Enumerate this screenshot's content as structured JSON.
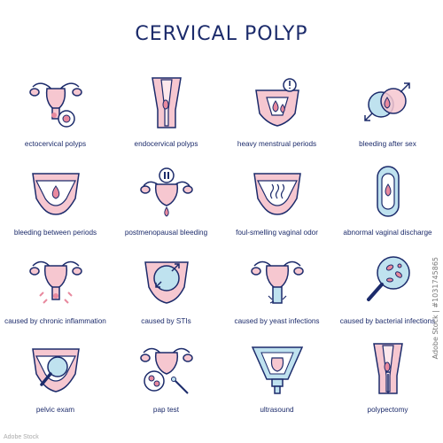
{
  "title": "CERVICAL POLYP",
  "items": [
    {
      "label": "ectocervical polyps",
      "icon": "uterus-polyp-icon"
    },
    {
      "label": "endocervical polyps",
      "icon": "cervix-canal-polyp-icon"
    },
    {
      "label": "heavy menstrual periods",
      "icon": "heavy-period-icon"
    },
    {
      "label": "bleeding after sex",
      "icon": "gender-symbols-drop-icon"
    },
    {
      "label": "bleeding between periods",
      "icon": "underwear-drop-icon"
    },
    {
      "label": "postmenopausal bleeding",
      "icon": "uterus-pause-drop-icon"
    },
    {
      "label": "foul-smelling vaginal odor",
      "icon": "odor-icon"
    },
    {
      "label": "abnormal vaginal discharge",
      "icon": "pad-drop-icon"
    },
    {
      "label": "caused by chronic inflammation",
      "icon": "inflamed-uterus-icon"
    },
    {
      "label": "caused by STIs",
      "icon": "sti-icon"
    },
    {
      "label": "caused by yeast infections",
      "icon": "yeast-uterus-icon"
    },
    {
      "label": "caused by bacterial infections",
      "icon": "magnifier-bacteria-icon"
    },
    {
      "label": "pelvic exam",
      "icon": "pelvic-exam-icon"
    },
    {
      "label": "pap test",
      "icon": "pap-test-icon"
    },
    {
      "label": "ultrasound",
      "icon": "ultrasound-icon"
    },
    {
      "label": "polypectomy",
      "icon": "polypectomy-icon"
    }
  ],
  "side_text": "Adobe Stock | #1031745865",
  "watermark": "Adobe Stock",
  "colors": {
    "outline": "#1c2b6b",
    "pink": "#f6c7d0",
    "pink_dark": "#e8899e",
    "blue": "#bfe2ef"
  }
}
